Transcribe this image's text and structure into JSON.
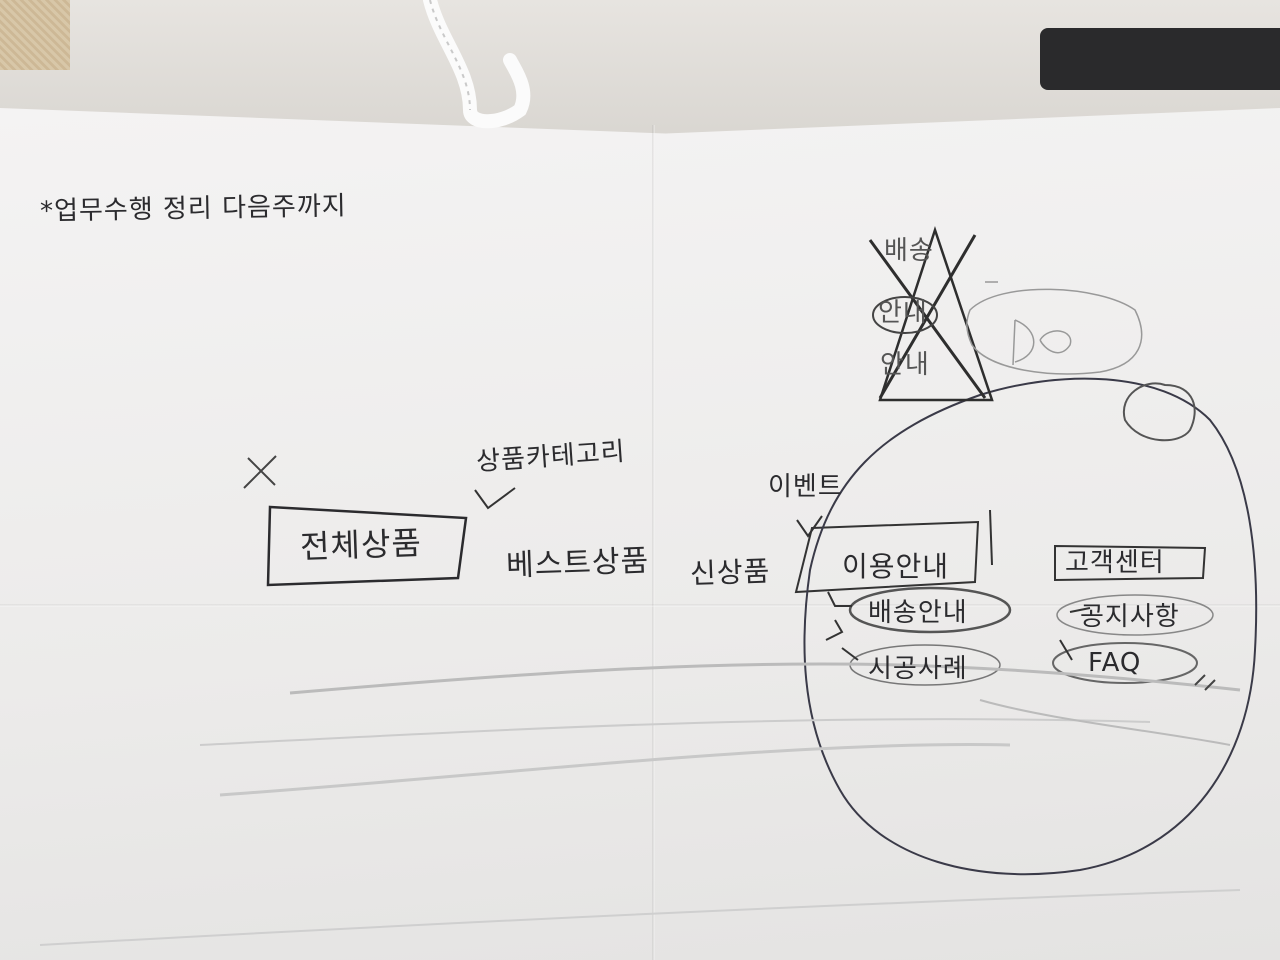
{
  "note": "*업무수행 정리 다음주까지",
  "menu": {
    "category_label": "상품카테고리",
    "all_products": "전체상품",
    "best_products": "베스트상품",
    "new_products": "신상품",
    "event": "이벤트",
    "usage_guide": "이용안내",
    "usage_items": [
      "배송안내",
      "시공사례"
    ],
    "customer_center": "고객센터",
    "customer_items": [
      "공지사항",
      "FAQ"
    ]
  },
  "scratched": {
    "lines": [
      "배송",
      "안내",
      "안내"
    ]
  },
  "colors": {
    "ink": "#2b2b2e",
    "paper": "#f1f0ef"
  }
}
